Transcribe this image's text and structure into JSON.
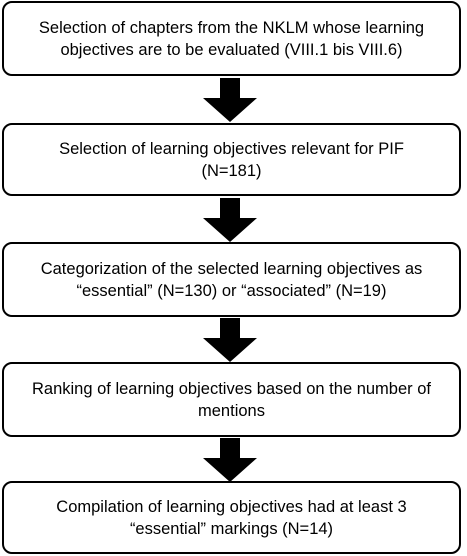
{
  "flowchart": {
    "steps": [
      {
        "line1": "Selection of chapters from the NKLM whose learning",
        "line2": "objectives are to be evaluated (VIII.1 bis VIII.6)"
      },
      {
        "line1": "Selection of learning objectives relevant for PIF",
        "line2": "(N=181)"
      },
      {
        "line1": "Categorization of the selected learning objectives as",
        "line2": "“essential” (N=130) or “associated” (N=19)"
      },
      {
        "line1": "Ranking of learning objectives based on the number of",
        "line2": "mentions"
      },
      {
        "line1": "Compilation of learning objectives had at least 3",
        "line2": "“essential” markings (N=14)"
      }
    ],
    "colors": {
      "border": "#000000",
      "arrow": "#000000",
      "background": "#ffffff"
    }
  }
}
